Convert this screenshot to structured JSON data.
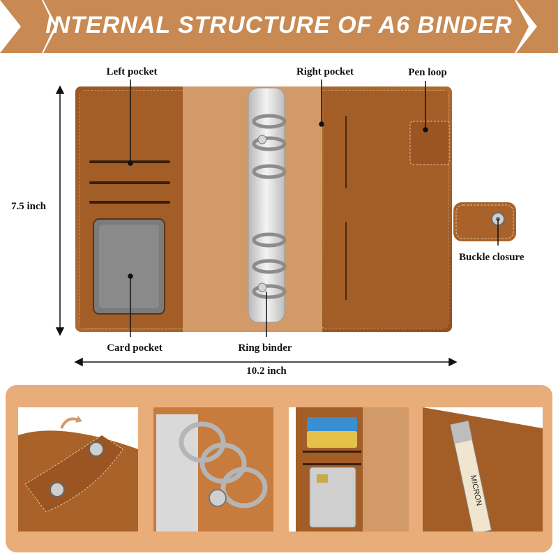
{
  "banner": {
    "title": "INTERNAL STRUCTURE OF A6 BINDER",
    "color": "#c88a52"
  },
  "labels": {
    "left_pocket": "Left pocket",
    "right_pocket": "Right pocket",
    "pen_loop": "Pen loop",
    "buckle_closure": "Buckle closure",
    "card_pocket": "Card pocket",
    "ring_binder": "Ring binder",
    "height": "7.5 inch",
    "width": "10.2 inch"
  },
  "colors": {
    "leather": "#a8622a",
    "leather_dark": "#8a4c1c",
    "lining": "#d39a69",
    "stitch": "#e8c39a",
    "metal": "#d9d9d9",
    "panel_bg": "#e9ad7a"
  },
  "photos": [
    {
      "subject": "buckle-closure-detail"
    },
    {
      "subject": "ring-binder-detail"
    },
    {
      "subject": "card-pocket-detail"
    },
    {
      "subject": "pen-loop-detail"
    }
  ],
  "pen_text": "MICRON"
}
